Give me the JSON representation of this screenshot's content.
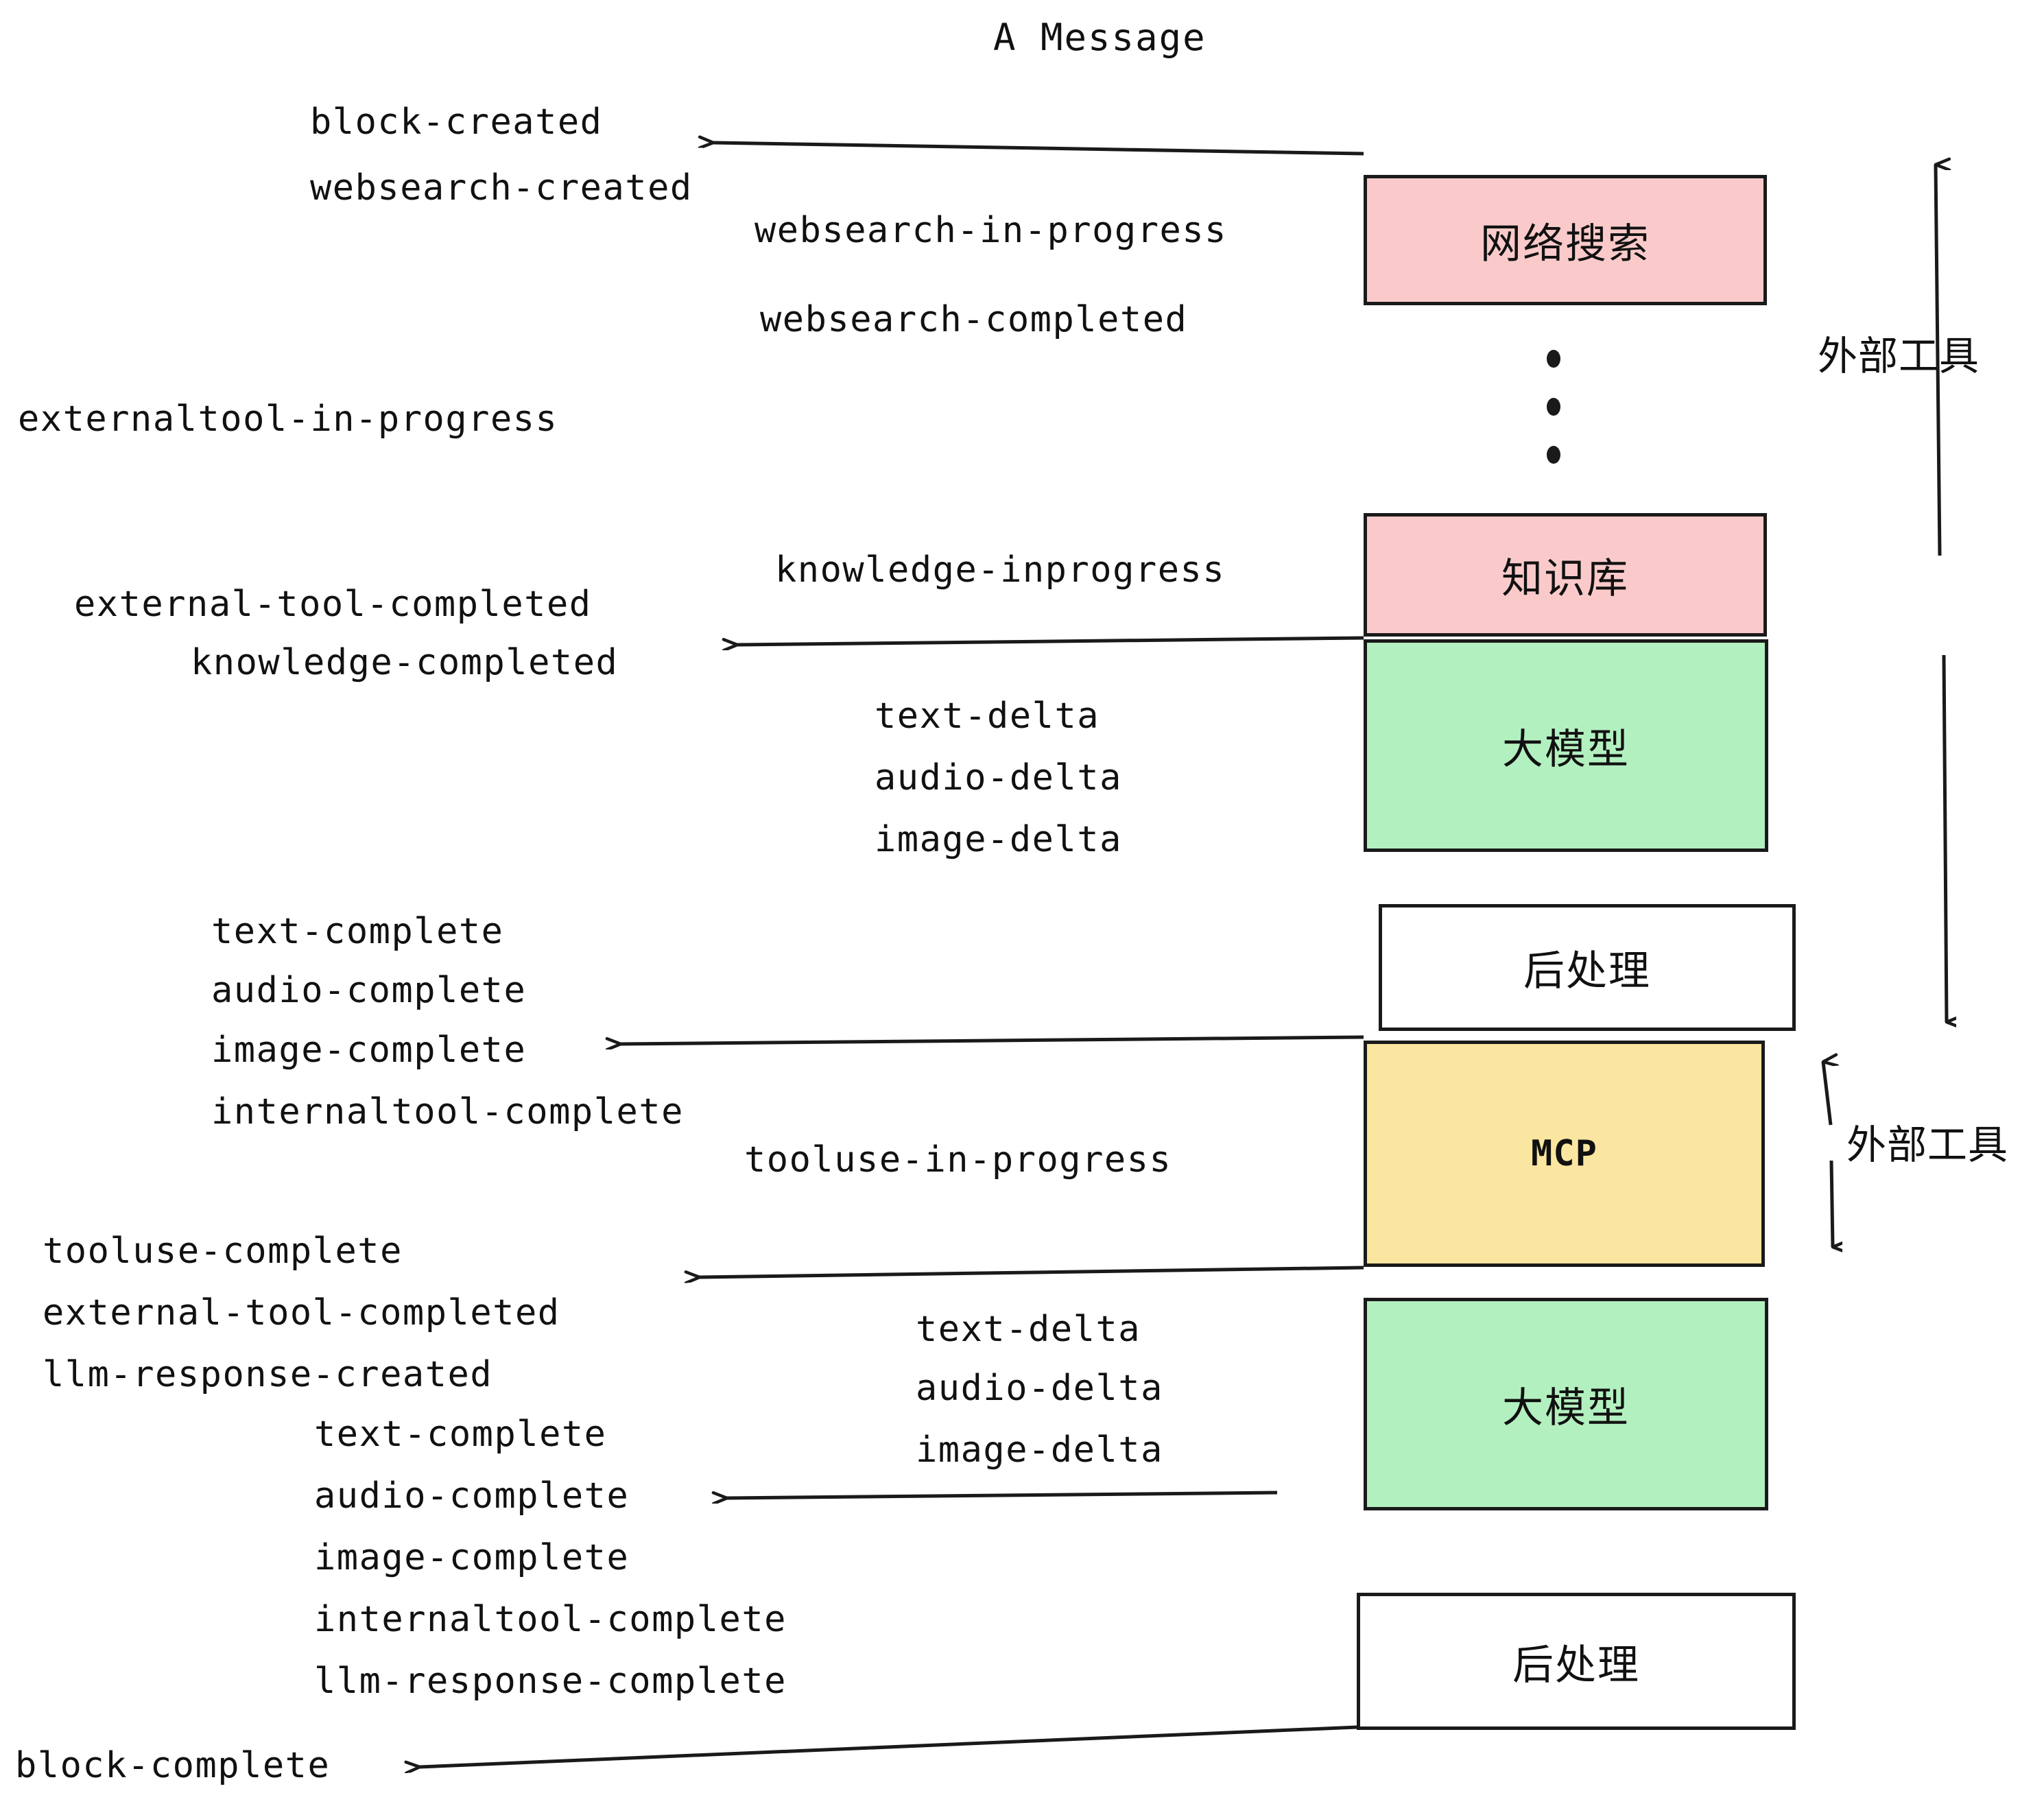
{
  "title": "A Message",
  "colors": {
    "pink": "#FACACA",
    "green": "#B3F0C0",
    "yellow": "#FAE6A0",
    "white": "#FFFFFF",
    "stroke": "#1a1a1a",
    "text": "#111111"
  },
  "nodes": [
    {
      "id": "websearch",
      "label": "网络搜索",
      "fill": "#FACACA",
      "mono": false
    },
    {
      "id": "knowledge",
      "label": "知识库",
      "fill": "#FACACA",
      "mono": false
    },
    {
      "id": "llm-top",
      "label": "大模型",
      "fill": "#B3F0C0",
      "mono": false
    },
    {
      "id": "postprocess-top",
      "label": "后处理",
      "fill": "#FFFFFF",
      "mono": false
    },
    {
      "id": "mcp",
      "label": "MCP",
      "fill": "#FAE6A0",
      "mono": true
    },
    {
      "id": "llm-bottom",
      "label": "大模型",
      "fill": "#B3F0C0",
      "mono": false
    },
    {
      "id": "postprocess-bottom",
      "label": "后处理",
      "fill": "#FFFFFF",
      "mono": false
    }
  ],
  "side_labels": [
    {
      "id": "external-tools-top",
      "label": "外部工具"
    },
    {
      "id": "external-tools-bottom",
      "label": "外部工具"
    }
  ],
  "events": {
    "block_created": "block-created",
    "websearch_created": "websearch-created",
    "websearch_in_progress": "websearch-in-progress",
    "websearch_completed": "websearch-completed",
    "externaltool_in_progress": "externaltool-in-progress",
    "knowledge_inprogress": "knowledge-inprogress",
    "external_tool_completed_1": "external-tool-completed",
    "knowledge_completed": "knowledge-completed",
    "text_delta_1": "text-delta",
    "audio_delta_1": "audio-delta",
    "image_delta_1": "image-delta",
    "text_complete_1": "text-complete",
    "audio_complete_1": "audio-complete",
    "image_complete_1": "image-complete",
    "internaltool_complete_1": "internaltool-complete",
    "tooluse_in_progress": "tooluse-in-progress",
    "tooluse_complete": "tooluse-complete",
    "external_tool_completed_2": "external-tool-completed",
    "llm_response_created": "llm-response-created",
    "text_delta_2": "text-delta",
    "audio_delta_2": "audio-delta",
    "image_delta_2": "image-delta",
    "text_complete_2": "text-complete",
    "audio_complete_2": "audio-complete",
    "image_complete_2": "image-complete",
    "internaltool_complete_2": "internaltool-complete",
    "llm_response_complete": "llm-response-complete",
    "block_complete": "block-complete"
  }
}
